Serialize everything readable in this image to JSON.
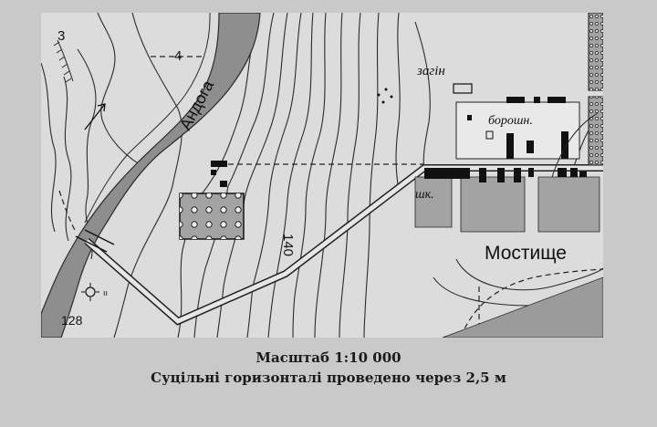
{
  "map": {
    "river_name": "Андога",
    "village_name": "Мостище",
    "labels": {
      "zahin": "загін",
      "boroshn": "борошн.",
      "shk": "шк.",
      "contour_140": "140",
      "elev_128": "128",
      "num_3": "3",
      "num_4": "4"
    }
  },
  "caption": {
    "scale": "Масштаб 1:10 000",
    "contours": "Суцільні горизонталі проведено через 2,5 м"
  },
  "colors": {
    "page_bg": "#c9c9c9",
    "map_bg": "#dcdcdc",
    "river": "#8e8e8e",
    "built": "#a3a3a3",
    "dark": "#111111"
  }
}
